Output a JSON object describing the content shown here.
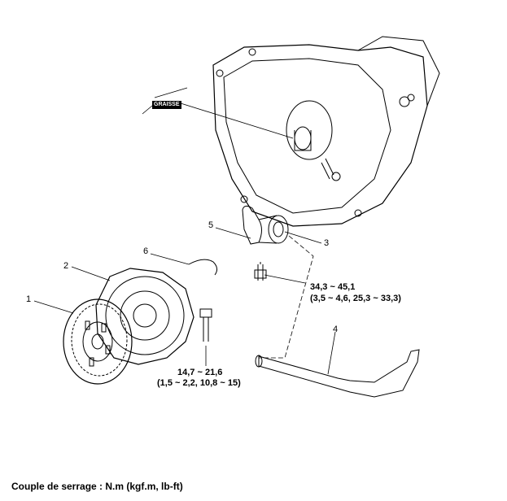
{
  "callouts": {
    "c1": "1",
    "c2": "2",
    "c3": "3",
    "c4": "4",
    "c5": "5",
    "c6": "6"
  },
  "grease_label": "GRAISSE",
  "torque_fork_bolt": {
    "line1": "34,3 ~ 45,1",
    "line2": "(3,5 ~ 4,6, 25,3 ~ 33,3)"
  },
  "torque_cover_bolt": {
    "line1": "14,7 ~ 21,6",
    "line2": "(1,5 ~ 2,2, 10,8 ~ 15)"
  },
  "footer": "Couple de serrage : N.m (kgf.m, lb-ft)"
}
